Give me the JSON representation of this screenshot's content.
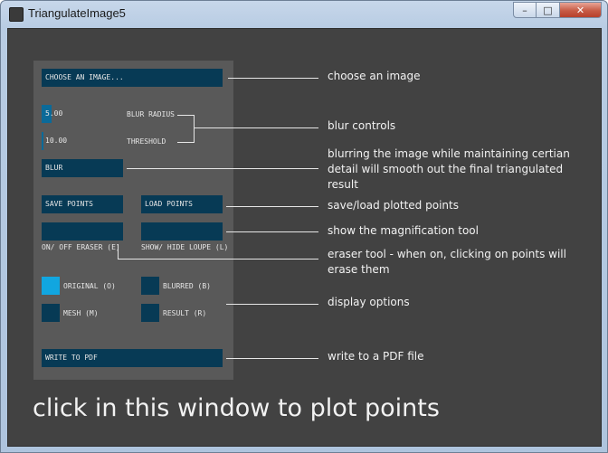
{
  "window": {
    "title": "TriangulateImage5",
    "minimize_glyph": "–",
    "maximize_glyph": "□",
    "close_glyph": "✕"
  },
  "panel": {
    "choose_image": "CHOOSE AN IMAGE...",
    "blur_radius": {
      "value": "5.00",
      "label": "BLUR RADIUS",
      "fill_fraction": 0.12
    },
    "threshold": {
      "value": "10.00",
      "label": "THRESHOLD",
      "fill_fraction": 0.02
    },
    "blur_button": "BLUR",
    "save_points": "SAVE POINTS",
    "load_points": "LOAD POINTS",
    "eraser_label": "ON/ OFF ERASER (E)",
    "loupe_label": "SHOW/ HIDE LOUPE (L)",
    "display": {
      "original": {
        "label": "ORIGINAL (O)",
        "active": true
      },
      "blurred": {
        "label": "BLURRED (B)",
        "active": false
      },
      "mesh": {
        "label": "MESH (M)",
        "active": false
      },
      "result": {
        "label": "RESULT (R)",
        "active": false
      }
    },
    "write_pdf": "WRITE TO PDF"
  },
  "annotations": {
    "choose": "choose an image",
    "blur_controls": "blur controls",
    "blur_desc": "blurring the image while maintaining certian detail will smooth out the final triangulated result",
    "save_load": "save/load plotted points",
    "magnify": "show the magnification tool",
    "eraser": "eraser tool - when on, clicking on points will erase them",
    "display": "display options",
    "pdf": "write to a PDF file"
  },
  "footer_text": "click in this window to plot points",
  "colors": {
    "canvas": "#424242",
    "panel": "#595959",
    "control": "#073a55",
    "active": "#11a6e0"
  }
}
